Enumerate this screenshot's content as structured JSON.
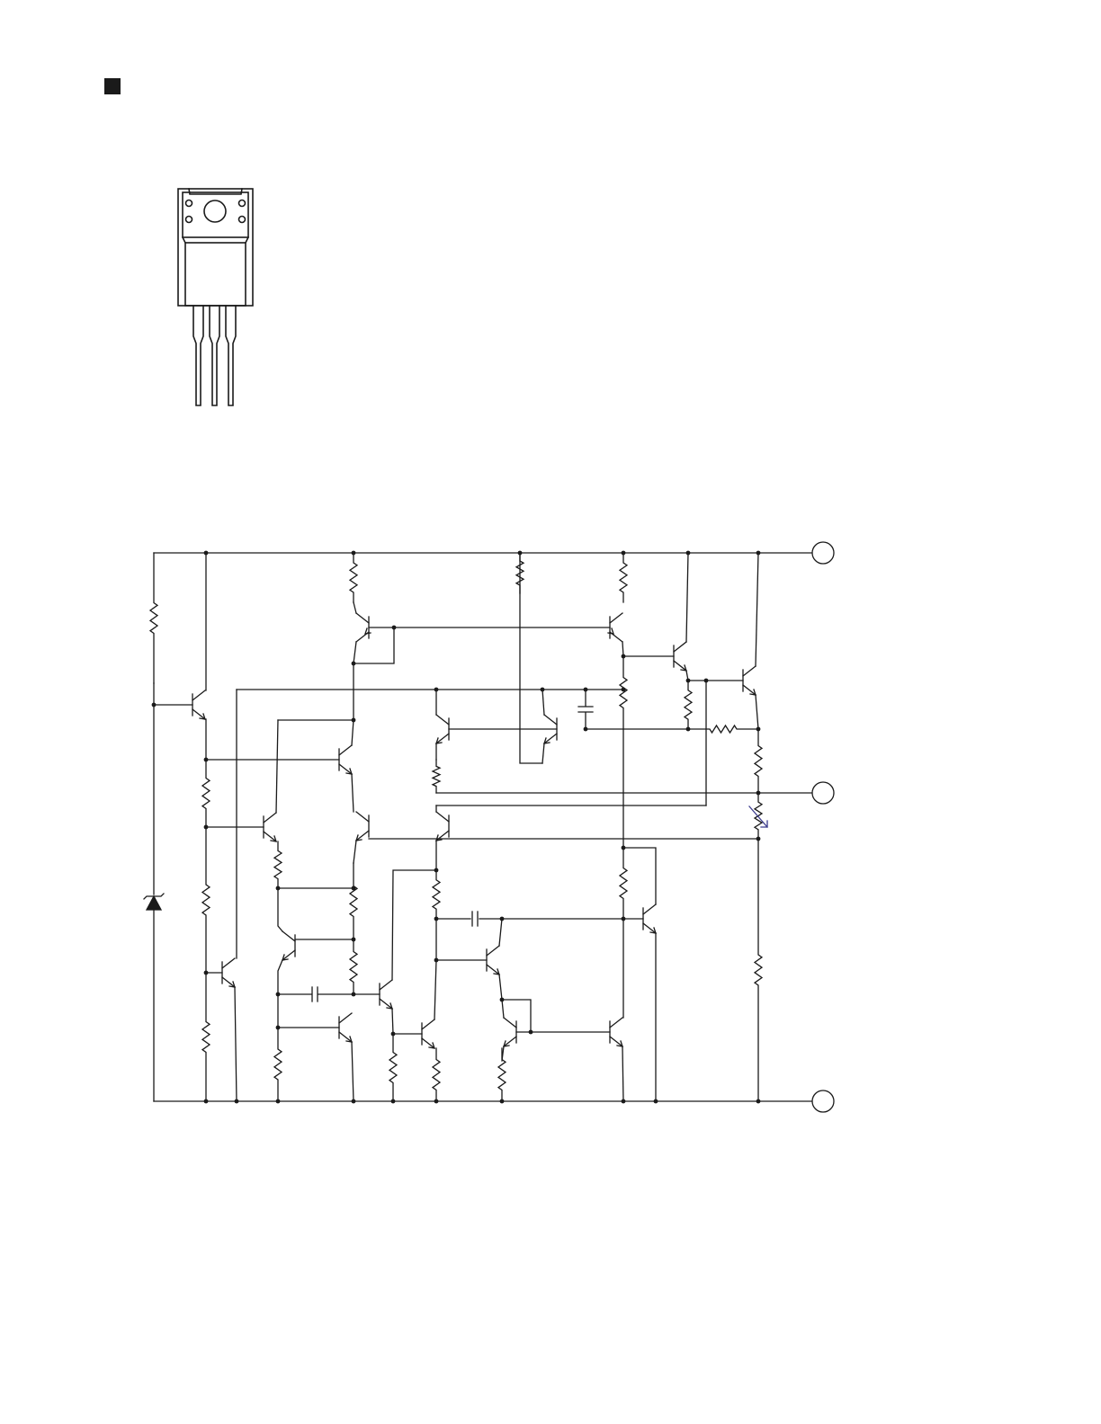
{
  "page": {
    "section_marker": "bullet-square",
    "colors": {
      "ink": "#1a1a1a",
      "background": "#ffffff",
      "thermistor_arrow": "#3a3a8c"
    }
  },
  "package_drawing": {
    "icon": "to-220-package-icon",
    "pin_count": 3
  },
  "schematic": {
    "icon": "regulator-circuit-icon",
    "terminal_count": 3
  }
}
